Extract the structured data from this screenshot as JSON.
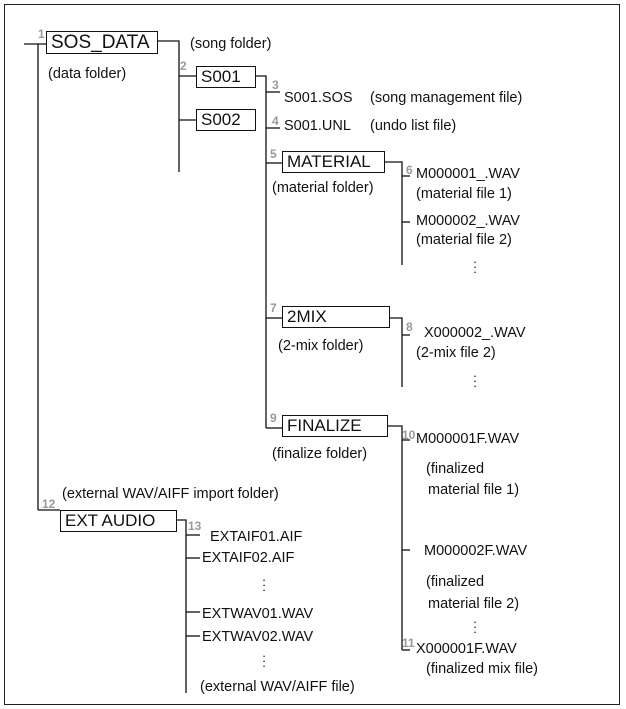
{
  "folders": {
    "sos_data": "SOS_DATA",
    "s001": "S001",
    "s002": "S002",
    "material": "MATERIAL",
    "twomix": "2MIX",
    "finalize": "FINALIZE",
    "ext_audio": "EXT AUDIO"
  },
  "labels": {
    "song_folder": "(song folder)",
    "data_folder": "(data folder)",
    "song_mgmt": "(song management file)",
    "undo_list": "(undo list file)",
    "material_folder": "(material folder)",
    "material_file_1": "(material file 1)",
    "material_file_2": "(material file 2)",
    "twomix_folder": "(2-mix folder)",
    "twomix_file_2": "(2-mix file 2)",
    "finalize_folder": "(finalize folder)",
    "finalized_1a": "(finalized",
    "finalized_1b": "material file 1)",
    "finalized_2a": "(finalized",
    "finalized_2b": "material file 2)",
    "finalized_mix": "(finalized mix file)",
    "ext_import_folder": "(external WAV/AIFF import folder)",
    "ext_file": "(external WAV/AIFF file)"
  },
  "files": {
    "s001_sos": "S001.SOS",
    "s001_unl": "S001.UNL",
    "m1": "M000001_.WAV",
    "m2": "M000002_.WAV",
    "x2": "X000002_.WAV",
    "m1f": "M000001F.WAV",
    "m2f": "M000002F.WAV",
    "x1f": "X000001F.WAV",
    "aif1": "EXTAIF01.AIF",
    "aif2": "EXTAIF02.AIF",
    "wav1": "EXTWAV01.WAV",
    "wav2": "EXTWAV02.WAV"
  },
  "numbers": [
    "1",
    "2",
    "3",
    "4",
    "5",
    "6",
    "7",
    "8",
    "9",
    "10",
    "11",
    "12",
    "13"
  ],
  "colors": {
    "line": "#111111",
    "number": "#999999"
  }
}
